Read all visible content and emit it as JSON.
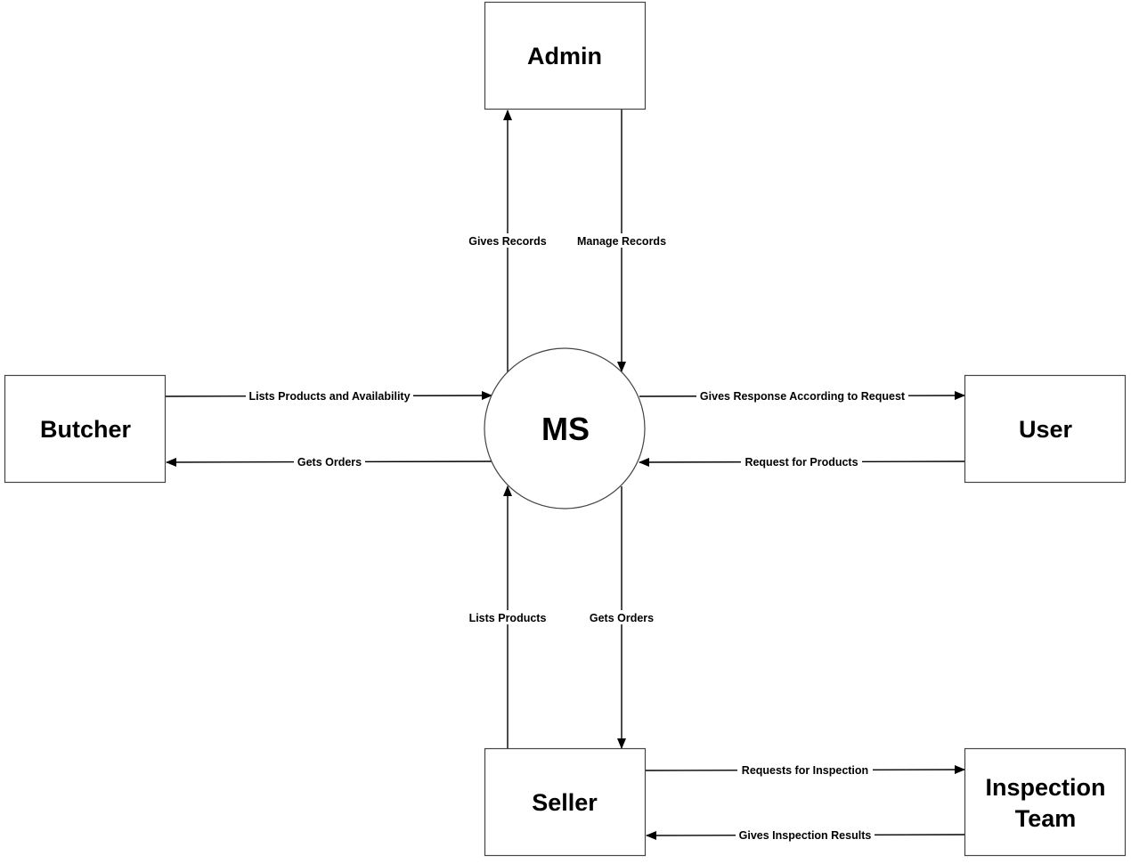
{
  "diagram": {
    "process": {
      "label": "MS"
    },
    "entities": {
      "admin": {
        "label": "Admin"
      },
      "butcher": {
        "label": "Butcher"
      },
      "user": {
        "label": "User"
      },
      "seller": {
        "label": "Seller"
      },
      "inspection_team": {
        "label_line1": "Inspection",
        "label_line2": "Team"
      }
    },
    "flows": {
      "gives_records": "Gives Records",
      "manage_records": "Manage Records",
      "lists_products_and_availability": "Lists Products and Availability",
      "butcher_gets_orders": "Gets Orders",
      "gives_response": "Gives Response According to Request",
      "request_for_products": "Request for Products",
      "lists_products": "Lists Products",
      "seller_gets_orders": "Gets Orders",
      "requests_for_inspection": "Requests for Inspection",
      "gives_inspection_results": "Gives Inspection Results"
    }
  }
}
